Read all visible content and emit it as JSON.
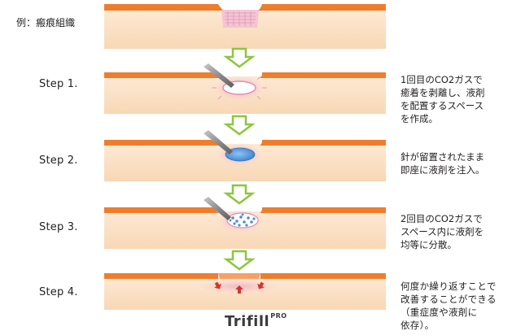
{
  "example_label": "例：瘢痕組織",
  "steps": [
    {
      "label": "Step 1.",
      "description": "1回目のCO2ガスで\n癒着を剥離し、液剤\nを配置するスペース\nを作成。"
    },
    {
      "label": "Step 2.",
      "description": "針が留置されたまま\n即座に液剤を注入。"
    },
    {
      "label": "Step 3.",
      "description": "2回目のCO2ガスで\nスペース内に液剤を\n均等に分散。"
    },
    {
      "label": "Step 4.",
      "description": "何度か繰り返すことで\n改善することができる\n（重症度や液剤に\n依存）。"
    }
  ],
  "logo": {
    "text": "Trifill",
    "suffix": "PRO"
  },
  "colors": {
    "skin_top": "#ef7d2c",
    "skin_body": "#fbe3c9",
    "arrow_green": "#8dc63f",
    "scar_pink": "#e8a1c4",
    "fluid_blue": "#4a90d9",
    "up_arrow_red": "#d9332c"
  }
}
